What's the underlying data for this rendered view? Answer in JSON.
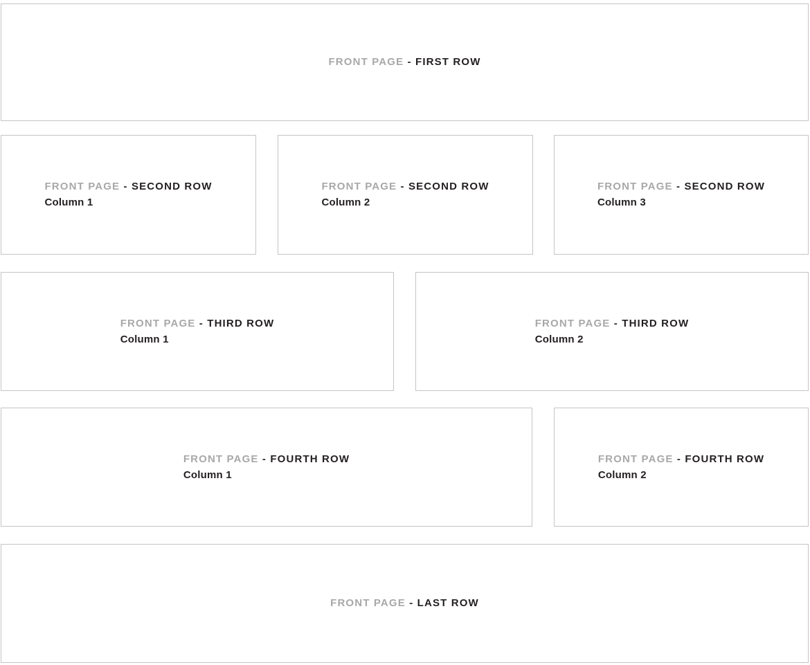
{
  "page": {
    "title": "Front Page Layout Regions",
    "background_color": "#ffffff",
    "border_color": "#c4c4c4",
    "prefix_color": "#a8a8a8",
    "rowname_color": "#231f20",
    "separator": " - "
  },
  "common": {
    "prefix": "FRONT PAGE"
  },
  "regions": {
    "first_row": {
      "prefix": "FRONT PAGE",
      "separator": " - ",
      "row_name": "FIRST ROW",
      "column_label": ""
    },
    "second_row_col1": {
      "prefix": "FRONT PAGE",
      "separator": " - ",
      "row_name": "SECOND ROW",
      "column_label": "Column 1"
    },
    "second_row_col2": {
      "prefix": "FRONT PAGE",
      "separator": " - ",
      "row_name": "SECOND ROW",
      "column_label": "Column 2"
    },
    "second_row_col3": {
      "prefix": "FRONT PAGE",
      "separator": " - ",
      "row_name": "SECOND ROW",
      "column_label": "Column 3"
    },
    "third_row_col1": {
      "prefix": "FRONT PAGE",
      "separator": " - ",
      "row_name": "THIRD ROW",
      "column_label": "Column 1"
    },
    "third_row_col2": {
      "prefix": "FRONT PAGE",
      "separator": " - ",
      "row_name": "THIRD ROW",
      "column_label": "Column 2"
    },
    "fourth_row_col1": {
      "prefix": "FRONT PAGE",
      "separator": " - ",
      "row_name": "FOURTH ROW",
      "column_label": "Column 1"
    },
    "fourth_row_col2": {
      "prefix": "FRONT PAGE",
      "separator": " - ",
      "row_name": "FOURTH ROW",
      "column_label": "Column 2"
    },
    "last_row": {
      "prefix": "FRONT PAGE",
      "separator": " - ",
      "row_name": "LAST ROW",
      "column_label": ""
    }
  }
}
